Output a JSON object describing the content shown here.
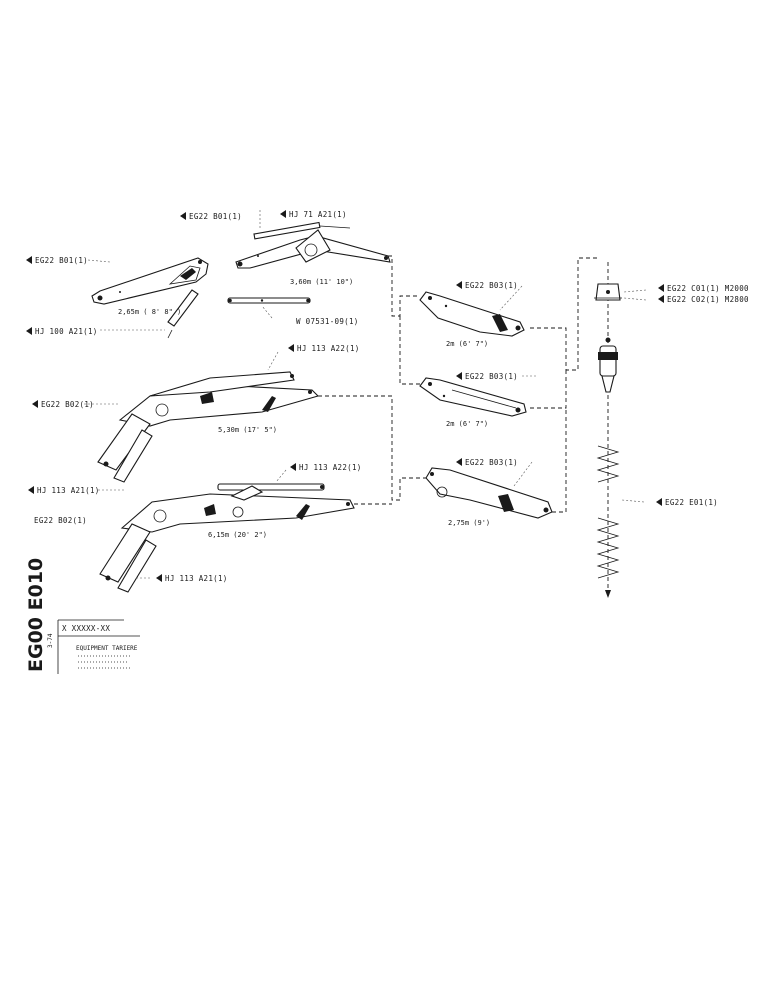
{
  "labels": {
    "eg22_b01_top": "EG22 B01(1)",
    "hj71_a21": "HJ 71 A21(1)",
    "eg22_b01_left": "EG22 B01(1)",
    "hj100_a21": "HJ 100 A21(1)",
    "w07531": "W 07531-09(1)",
    "hj113_a22_a": "HJ 113 A22(1)",
    "eg22_b02_a": "EG22 B02(1)",
    "hj113_a22_b": "HJ 113 A22(1)",
    "hj113_a21_left": "HJ 113 A21(1)",
    "eg22_b02_b": "EG22 B02(1)",
    "hj113_a21_bottom": "HJ 113 A21(1)",
    "eg22_b03_a": "EG22 B03(1)",
    "eg22_b03_b": "EG22 B03(1)",
    "eg22_b03_c": "EG22 B03(1)",
    "eg22_c01": "EG22 C01(1) M2000",
    "eg22_c02": "EG22 C02(1) M2800",
    "eg22_e01": "EG22 E01(1)"
  },
  "dimensions": {
    "boom_265": "2,65m ( 8' 8\" )",
    "boom_360": "3,60m (11' 10\")",
    "boom_530": "5,30m (17' 5\")",
    "boom_615": "6,15m (20' 2\")",
    "arm_2m_a": "2m (6' 7\")",
    "arm_2m_b": "2m (6' 7\")",
    "arm_275": "2,75m (9')"
  },
  "title_block": {
    "code_vertical": "EG00 E010",
    "page_ref": "3-74",
    "part_number": "X XXXXX-XX",
    "title": "EQUIPMENT TARIERE"
  }
}
